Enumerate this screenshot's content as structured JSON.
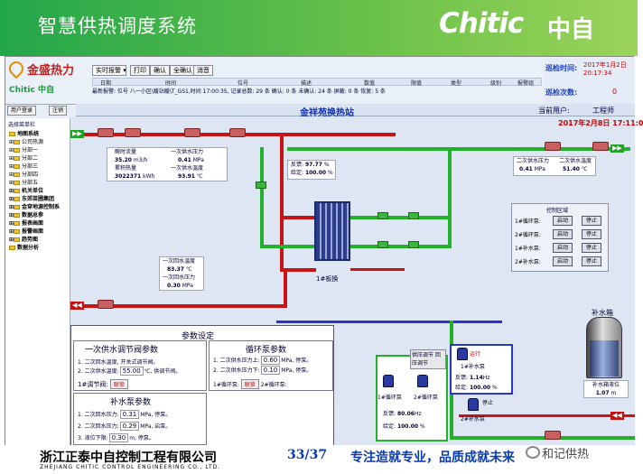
{
  "banner": {
    "title": "智慧供热调度系统",
    "logo_en": "Chitic",
    "logo_cn": "中自"
  },
  "app": {
    "brand_cn": "金盛热力",
    "brand_en": "Chitic 中自",
    "toolbar": {
      "alarm_select": "实时报警",
      "print": "打印",
      "confirm": "确认",
      "confirm_all": "全确认",
      "mute": "消音"
    },
    "alarm_columns": [
      "日期",
      "时间",
      "位号",
      "描述",
      "数值",
      "限值",
      "类型",
      "级别",
      "报警组"
    ],
    "alarm_latest": "最新报警: 位号 八一小区\\暖站暖\\T_GS1,时间 17:00:35, 记录总数: 29 条  确认: 0 条    未确认: 24 条    屏蔽: 0 条    恢复: 5 条",
    "patrol": {
      "time_label": "巡检时间:",
      "time_value": "2017年1月2日 20:17:34",
      "count_label": "巡检次数:",
      "count_value": "0"
    },
    "nav": {
      "login": "用户登录",
      "logout": "注销"
    },
    "station_title": "金祥苑换热站",
    "user_label": "当前用户:",
    "user_value": "工程师",
    "date_time": "2017年2月8日 17:11:0"
  },
  "sidebar": {
    "title": "选择菜单栏",
    "items": [
      "地图系统",
      "公司热源",
      "分部一",
      "分部二",
      "分部三",
      "分部四",
      "分部五",
      "机关单位",
      "东郊苗圃集团",
      "金穿地源控制系",
      "数据总参",
      "报表画面",
      "报警画面",
      "趋势图",
      "数据分析"
    ]
  },
  "process": {
    "primary_flow": {
      "label1": "瞬时流量",
      "value1": "35.20",
      "unit1": "m3/h",
      "label2": "累积热量",
      "value2": "3022371",
      "unit2": "kWh",
      "label3": "一次供水压力",
      "value3": "0.41",
      "unit3": "MPa",
      "label4": "一次供水温度",
      "value4": "93.91",
      "unit4": "℃"
    },
    "valve_fb": {
      "label1": "反馈:",
      "value1": "97.77",
      "unit1": "%",
      "label2": "给定:",
      "value2": "100.00",
      "unit2": "%"
    },
    "secondary_supply": {
      "label1": "二次供水压力",
      "value1": "0.41",
      "unit1": "MPa",
      "label2": "二次供水温度",
      "value2": "51.40",
      "unit2": "℃"
    },
    "primary_return": {
      "label1": "一次回水温度",
      "value1": "83.37",
      "unit1": "℃",
      "label2": "一次回水压力",
      "value2": "0.30",
      "unit2": "MPa"
    },
    "hx_label": "1#板换",
    "control_zone": {
      "title": "控制区域",
      "rows": [
        {
          "name": "1#循环泵:",
          "start": "启动",
          "stop": "停止"
        },
        {
          "name": "2#循环泵:",
          "start": "启动",
          "stop": "停止"
        },
        {
          "name": "1#补水泵:",
          "start": "启动",
          "stop": "停止"
        },
        {
          "name": "2#补水泵:",
          "start": "启动",
          "stop": "停止"
        }
      ]
    },
    "tank": {
      "title": "补水箱",
      "level_label": "补水箱液位",
      "level_value": "1.07",
      "level_unit": "m"
    },
    "pump_cmd": "供压调节 回压调节",
    "pumps": {
      "circ1": "1#循环泵",
      "circ2": "2#循环泵",
      "fb_label": "反馈:",
      "fb_value": "80.06",
      "fb_unit": "Hz",
      "set_label": "给定:",
      "set_value": "100.00",
      "set_unit": "%",
      "makeup1": "1#补水泵",
      "makeup2": "2#补水泵",
      "mk_fb_label": "反馈:",
      "mk_fb_value": "1.14",
      "mk_fb_unit": "Hz",
      "mk_set_label": "给定:",
      "mk_set_value": "100.00",
      "mk_set_unit": "%",
      "run_tag": "运行",
      "stop_tag": "停止"
    }
  },
  "params": {
    "title": "参数设定",
    "primary_valve": {
      "title": "一次供水调节阀参数",
      "row1": "1. 二次回水温度, 开关式调节阀。",
      "row2_label": "2. 二次供水温度:",
      "row2_value": "55.00",
      "row2_unit": "℃, 供调节阀。",
      "row3_label": "1#调节阀:",
      "row3_btn": "联锁"
    },
    "circ_pump": {
      "title": "循环泵参数",
      "row1_label": "1. 二次供水压力上:",
      "row1_value": "0.60",
      "row1_unit": "MPa, 停泵。",
      "row2_label": "2. 二次供水压力下:",
      "row2_value": "0.10",
      "row2_unit": "MPa, 停泵。",
      "row3_label": "1#循环泵:",
      "row3_btn": "联锁",
      "row3_label2": "2#循环泵:"
    },
    "makeup_pump": {
      "title": "补水泵参数",
      "row1_label": "1. 二次回水压力:",
      "row1_value": "0.31",
      "row1_unit": "MPa, 停泵。",
      "row2_label": "2. 二次回水压力:",
      "row2_value": "0.29",
      "row2_unit": "MPa, 启泵。",
      "row3_label": "3. 液位下限:",
      "row3_value": "0.30",
      "row3_unit": "m, 停泵。"
    }
  },
  "footer": {
    "company_cn": "浙江正泰中自控制工程有限公司",
    "company_en": "ZHEJIANG CHITIC CONTROL ENGINEERING CO., LTD.",
    "page": "33/37",
    "slogan": "专注造就专业，品质成就未来",
    "watermark": "和记供热"
  },
  "colors": {
    "banner_green": "#22a64a",
    "pipe_red": "#c81414",
    "pipe_green": "#22b22a",
    "pipe_blue": "#2a36c8",
    "footer_blue": "#0a3ab0"
  }
}
